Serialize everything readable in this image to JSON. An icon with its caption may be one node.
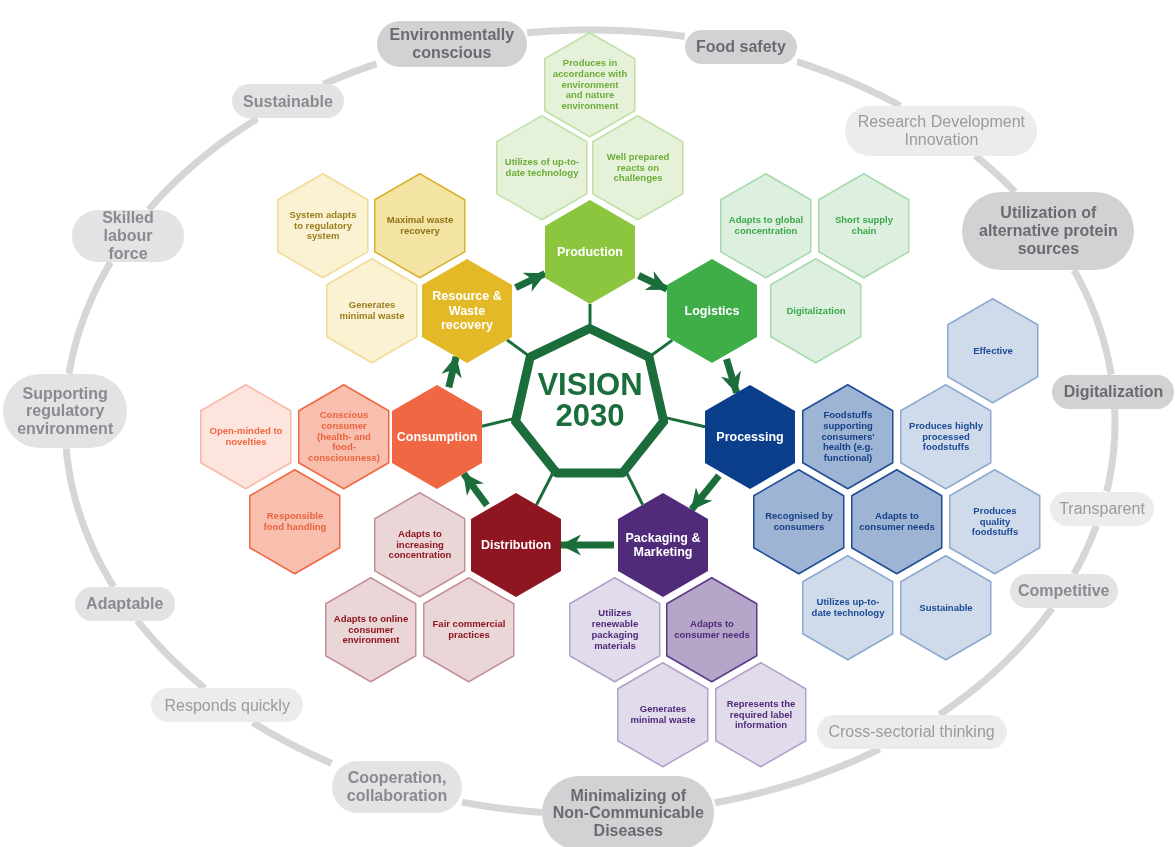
{
  "diagram": {
    "nodes": [
      {
        "text": [
          "Environmentally conscious"
        ]
      },
      {
        "text": [
          "Food safety"
        ]
      },
      {
        "text": [
          "Research Development Innovation"
        ]
      },
      {
        "text": [
          "Utilization of alternative protein sources"
        ]
      },
      {
        "text": [
          "Digitalization"
        ]
      },
      {
        "text": [
          "Transparent"
        ]
      },
      {
        "text": [
          "Competitive"
        ]
      },
      {
        "text": [
          "Cross-sectorial thinking"
        ]
      },
      {
        "text": [
          "Minimalizing of Non-Communicable Diseases"
        ]
      },
      {
        "text": [
          "Cooperation, collaboration"
        ]
      },
      {
        "text": [
          "Responds quickly"
        ]
      },
      {
        "text": [
          "Adaptable"
        ]
      },
      {
        "text": [
          "Supporting regulatory environment"
        ]
      },
      {
        "text": [
          "Skilled labour force"
        ]
      },
      {
        "text": [
          "Sustainable"
        ]
      },
      {
        "text": [
          "VISION 2030"
        ]
      },
      {
        "text": [
          "Production"
        ]
      },
      {
        "text": [
          "Logistics"
        ]
      },
      {
        "text": [
          "Processing"
        ]
      },
      {
        "text": [
          "Packaging & Marketing"
        ]
      },
      {
        "text": [
          "Distribution"
        ]
      },
      {
        "text": [
          "Consumption"
        ]
      },
      {
        "text": [
          "Resource & Waste recovery"
        ]
      },
      {
        "text": [
          "Produces in accordance with environment and nature environment"
        ]
      },
      {
        "text": [
          "Utilizes of up-to-date technology"
        ]
      },
      {
        "text": [
          "Well prepared reacts on challenges"
        ]
      },
      {
        "text": [
          "Adapts to global concentration"
        ]
      },
      {
        "text": [
          "Short supply chain"
        ]
      },
      {
        "text": [
          "Digitalization"
        ]
      },
      {
        "text": [
          "Effective"
        ]
      },
      {
        "text": [
          "Foodstuffs supporting consumers' health (e.g. functional)"
        ]
      },
      {
        "text": [
          "Produces highly processed foodstuffs"
        ]
      },
      {
        "text": [
          "Recognised by consumers"
        ]
      },
      {
        "text": [
          "Adapts to consumer needs"
        ]
      },
      {
        "text": [
          "Produces quality foodstuffs"
        ]
      },
      {
        "text": [
          "Utilizes up-to-date technology"
        ]
      },
      {
        "text": [
          "Sustainable"
        ]
      },
      {
        "text": [
          "Utilizes renewable packaging materials"
        ]
      },
      {
        "text": [
          "Adapts to consumer needs"
        ]
      },
      {
        "text": [
          "Generates minimal waste"
        ]
      },
      {
        "text": [
          "Represents the required label information"
        ]
      },
      {
        "text": [
          "Adapts to increasing concentration"
        ]
      },
      {
        "text": [
          "Adapts to online consumer environment"
        ]
      },
      {
        "text": [
          "Fair commercial practices"
        ]
      },
      {
        "text": [
          "Open-minded to novelties"
        ]
      },
      {
        "text": [
          "Conscious consumer (health- and food-consciousness)"
        ]
      },
      {
        "text": [
          "Responsible food handling"
        ]
      },
      {
        "text": [
          "System adapts to regulatory system"
        ]
      },
      {
        "text": [
          "Maximal waste recovery"
        ]
      },
      {
        "text": [
          "Generates minimal waste"
        ]
      }
    ],
    "edges": [
      {
        "from": 15,
        "to": 16,
        "arrow": "none",
        "color": "#1b6e3c"
      },
      {
        "from": 15,
        "to": 17,
        "arrow": "none",
        "color": "#1b6e3c"
      },
      {
        "from": 15,
        "to": 18,
        "arrow": "none",
        "color": "#1b6e3c"
      },
      {
        "from": 15,
        "to": 19,
        "arrow": "none",
        "color": "#1b6e3c"
      },
      {
        "from": 15,
        "to": 20,
        "arrow": "none",
        "color": "#1b6e3c"
      },
      {
        "from": 15,
        "to": 21,
        "arrow": "none",
        "color": "#1b6e3c"
      },
      {
        "from": 15,
        "to": 22,
        "arrow": "none",
        "color": "#1b6e3c"
      },
      {
        "from": 16,
        "to": 17,
        "arrow": "to",
        "color": "#1b6e3c"
      },
      {
        "from": 17,
        "to": 18,
        "arrow": "to",
        "color": "#1b6e3c"
      },
      {
        "from": 18,
        "to": 19,
        "arrow": "to",
        "color": "#1b6e3c"
      },
      {
        "from": 19,
        "to": 20,
        "arrow": "to",
        "color": "#1b6e3c"
      },
      {
        "from": 20,
        "to": 21,
        "arrow": "to",
        "color": "#1b6e3c"
      },
      {
        "from": 21,
        "to": 22,
        "arrow": "to",
        "color": "#1b6e3c"
      },
      {
        "from": 22,
        "to": 16,
        "arrow": "to",
        "color": "#1b6e3c"
      },
      {
        "from": 0,
        "to": 1,
        "arrow": "none"
      },
      {
        "from": 1,
        "to": 2,
        "arrow": "none"
      },
      {
        "from": 2,
        "to": 3,
        "arrow": "none"
      },
      {
        "from": 3,
        "to": 4,
        "arrow": "none"
      },
      {
        "from": 4,
        "to": 5,
        "arrow": "none"
      },
      {
        "from": 5,
        "to": 6,
        "arrow": "none"
      },
      {
        "from": 6,
        "to": 7,
        "arrow": "none"
      },
      {
        "from": 7,
        "to": 8,
        "arrow": "none"
      },
      {
        "from": 8,
        "to": 9,
        "arrow": "none"
      },
      {
        "from": 9,
        "to": 10,
        "arrow": "none"
      },
      {
        "from": 10,
        "to": 11,
        "arrow": "none"
      },
      {
        "from": 11,
        "to": 12,
        "arrow": "none"
      },
      {
        "from": 12,
        "to": 13,
        "arrow": "none"
      },
      {
        "from": 13,
        "to": 14,
        "arrow": "none"
      },
      {
        "from": 14,
        "to": 0,
        "arrow": "none"
      }
    ]
  }
}
